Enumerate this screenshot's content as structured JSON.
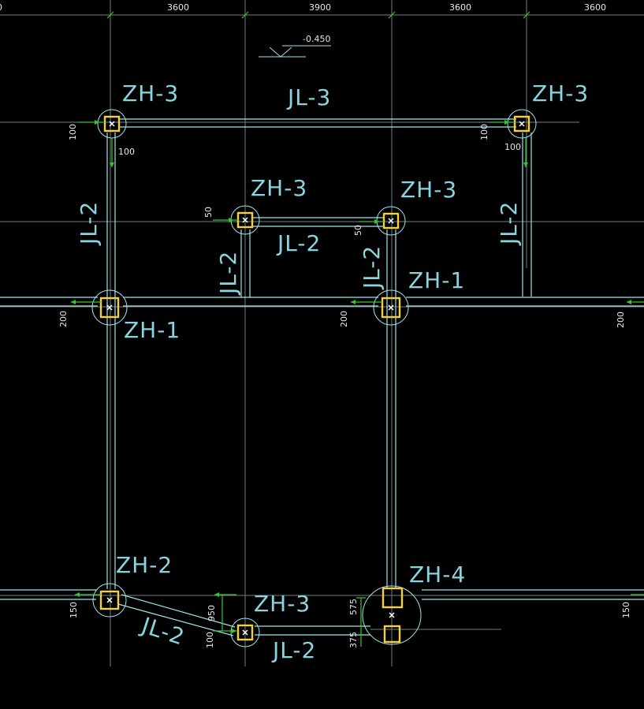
{
  "top_dimensions": [
    "3600",
    "3900",
    "3600",
    "3600"
  ],
  "left_edge_label": "0",
  "elevation": "-0.450",
  "pile_labels": {
    "zh3_tl": "ZH-3",
    "zh3_tr": "ZH-3",
    "zh3_ml": "ZH-3",
    "zh3_mr": "ZH-3",
    "zh1_l": "ZH-1",
    "zh1_r": "ZH-1",
    "zh2": "ZH-2",
    "zh3_b": "ZH-3",
    "zh4": "ZH-4"
  },
  "beam_labels": {
    "jl3_top": "JL-3",
    "jl2_left": "JL-2",
    "jl2_right": "JL-2",
    "jl2_mid": "JL-2",
    "jl2_mid_left": "JL-2",
    "jl2_mid_right": "JL-2",
    "jl2_diag": "JL-2",
    "jl2_bottom": "JL-2"
  },
  "offsets": {
    "o100_a": "100",
    "o100_b": "100",
    "o100_c": "100",
    "o100_d": "100",
    "o50_a": "50",
    "o50_b": "50",
    "o200_a": "200",
    "o200_b": "200",
    "o200_c": "200",
    "o150_a": "150",
    "o150_b": "150",
    "o950": "950",
    "o100_e": "100",
    "o575_a": "575",
    "o575_b": "375"
  },
  "colors": {
    "background": "#000000",
    "grid": "#6f7f86",
    "beam": "#9fe3ea",
    "column": "#f4d03f",
    "dimension_tick": "#34c92a"
  }
}
